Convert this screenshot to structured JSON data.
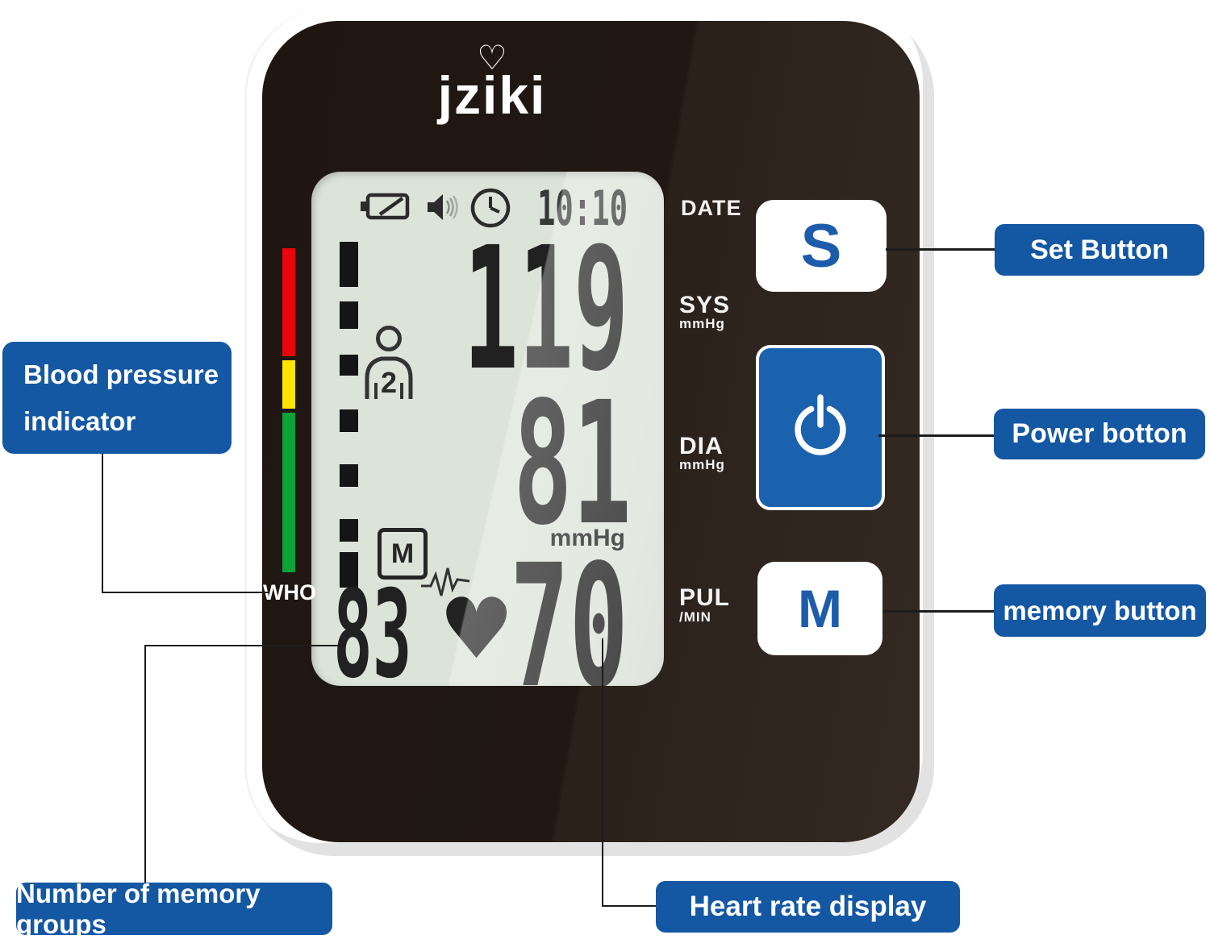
{
  "brand": {
    "name": "jziki",
    "heart_glyph": "♡"
  },
  "lcd": {
    "time": "10:10",
    "sys_value": "119",
    "dia_value": "81",
    "pulse_value": "70",
    "memory_count": "83",
    "unit_label": "mmHg",
    "user_number": "2",
    "memory_icon_letter": "M",
    "heart_glyph": "♥"
  },
  "panel": {
    "who_label": "WHO",
    "labels": {
      "date": "DATE",
      "sys": "SYS",
      "sys_unit": "mmHg",
      "dia": "DIA",
      "dia_unit": "mmHg",
      "pul": "PUL",
      "pul_unit": "/MIN"
    },
    "buttons": {
      "set_label": "S",
      "memory_label": "M"
    }
  },
  "callouts": {
    "set": "Set Button",
    "power": "Power botton",
    "memory": "memory button",
    "blood_pressure": "Blood pressure indicator",
    "memory_groups": "Number of memory groups",
    "heart_rate": "Heart rate display"
  },
  "colors": {
    "callout_blue": "#1457a3",
    "power_button_blue": "#1b62ae",
    "button_letter_blue": "#1d5cab",
    "who_red": "#e8050c",
    "who_yellow": "#ffe400",
    "who_green": "#0ba13b",
    "panel_black": "#211813",
    "lcd_background": "#dce3d9"
  }
}
